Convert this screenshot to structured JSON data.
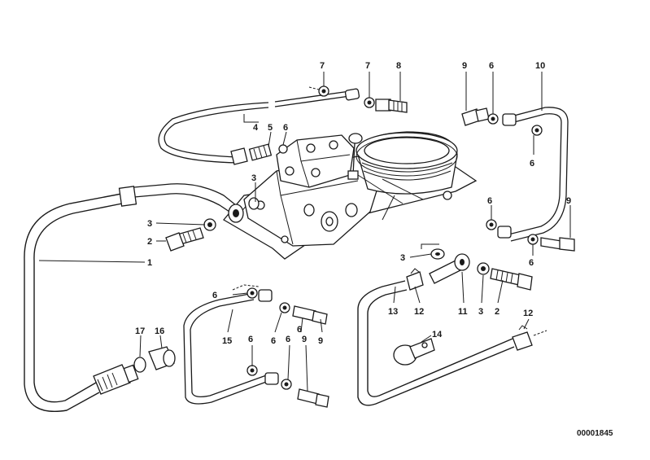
{
  "diagram": {
    "reference": "00001845",
    "callouts": [
      "1",
      "2",
      "3",
      "4",
      "5",
      "6",
      "7",
      "8",
      "9",
      "10",
      "11",
      "12",
      "13",
      "14",
      "15",
      "16",
      "17"
    ]
  }
}
